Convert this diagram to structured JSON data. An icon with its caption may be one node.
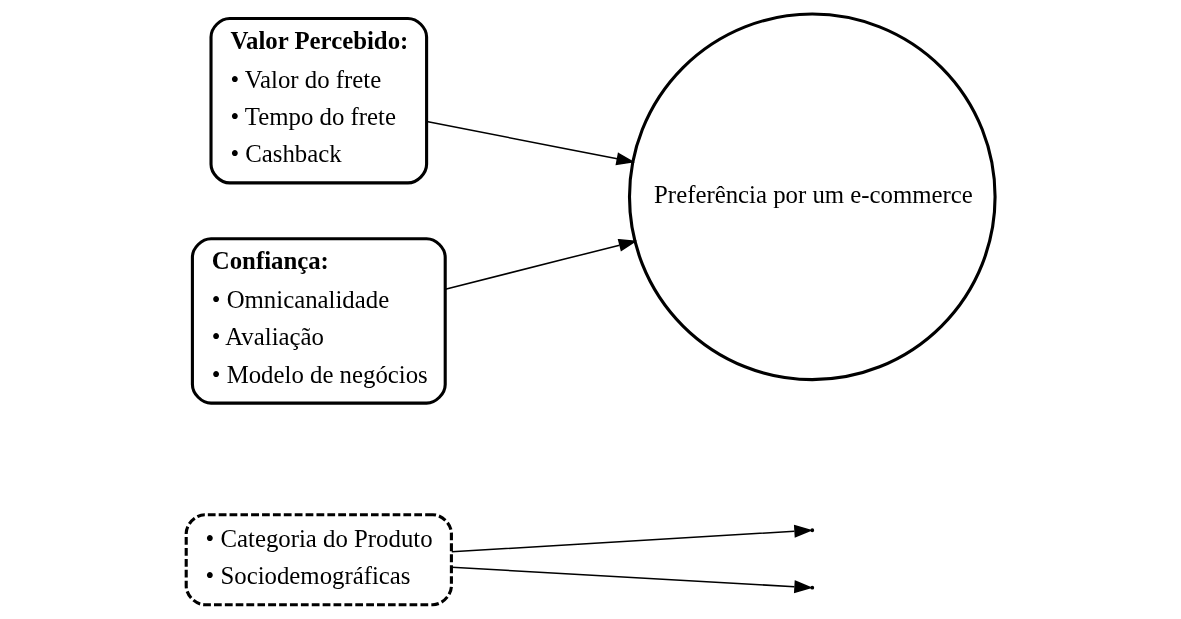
{
  "diagram": {
    "nodes": [
      {
        "text": [
          "• Categoria do Produto",
          "• Sociodemográficas"
        ]
      },
      {
        "text": [
          "Valor Percebido:",
          "• Valor do frete",
          "• Tempo do frete",
          "• Cashback"
        ]
      },
      {
        "text": [
          "Confiança:",
          "• Omnicanalidade",
          "• Avaliação",
          "• Modelo de negócios"
        ]
      },
      {
        "text": [
          "Preferência por um e-commerce"
        ]
      }
    ],
    "edges": [
      {
        "from": 1,
        "to": 3,
        "arrow": "to"
      },
      {
        "from": 2,
        "to": 3,
        "arrow": "to"
      },
      {
        "from": 0,
        "to": null,
        "arrow": "to"
      },
      {
        "from": 0,
        "to": null,
        "arrow": "to"
      }
    ]
  }
}
